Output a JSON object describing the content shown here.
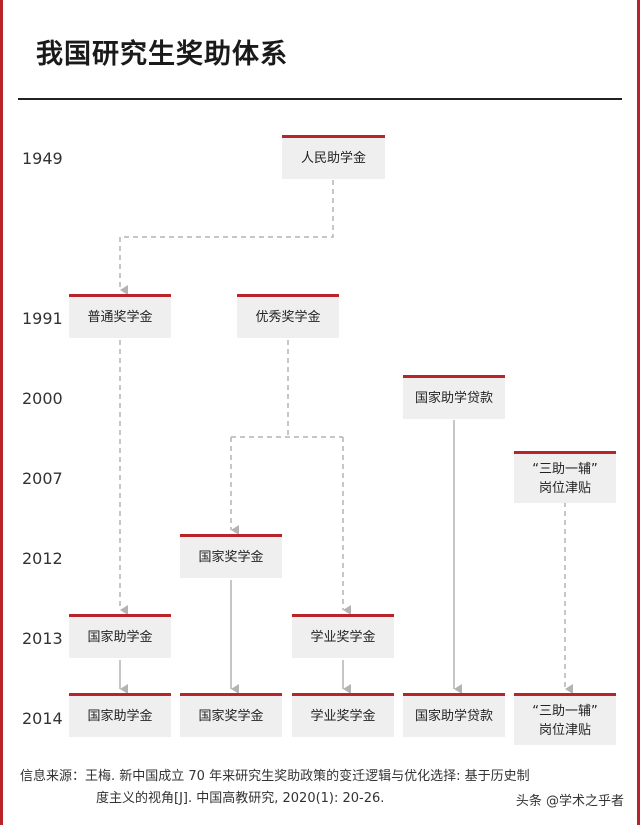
{
  "title": "我国研究生奖助体系",
  "years": [
    "1949",
    "1991",
    "2000",
    "2007",
    "2012",
    "2013",
    "2014"
  ],
  "boxes": {
    "renmin": "人民助学金",
    "putong": "普通奖学金",
    "youxiu": "优秀奖学金",
    "daikuan2000": "国家助学贷款",
    "sanzhu2007_l1": "“三助一辅”",
    "sanzhu2007_l2": "岗位津贴",
    "guojiajiang2012": "国家奖学金",
    "guojiazhu2013": "国家助学金",
    "xueye2013": "学业奖学金",
    "row2014": {
      "zhu": "国家助学金",
      "jiang": "国家奖学金",
      "xueye": "学业奖学金",
      "daikuan": "国家助学贷款",
      "sanzhu_l1": "“三助一辅”",
      "sanzhu_l2": "岗位津贴"
    }
  },
  "colors": {
    "accent": "#b8242a",
    "box_bg": "#efefef"
  },
  "source_line1": "信息来源：王梅. 新中国成立 70 年来研究生奖助政策的变迁逻辑与优化选择: 基于历史制",
  "source_line2": "度主义的视角[J]. 中国高教研究, 2020(1): 20-26.",
  "credit": "头条 @学术之乎者"
}
